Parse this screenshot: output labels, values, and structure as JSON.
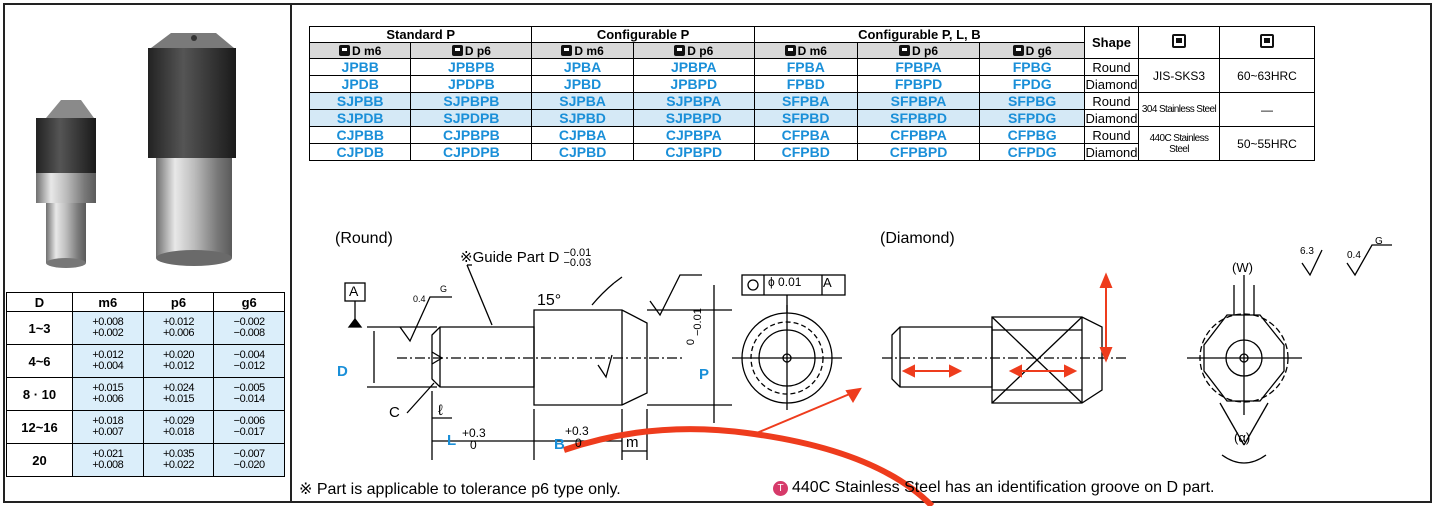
{
  "product_table": {
    "group_headers": [
      "Standard P",
      "Configurable P",
      "Configurable P, L, B",
      "Shape"
    ],
    "sub_headers": [
      "D m6",
      "D p6",
      "D m6",
      "D p6",
      "D m6",
      "D p6",
      "D g6"
    ],
    "rows": [
      {
        "codes": [
          "JPBB",
          "JPBPB",
          "JPBA",
          "JPBPA",
          "FPBA",
          "FPBPA",
          "FPBG"
        ],
        "shape": "Round"
      },
      {
        "codes": [
          "JPDB",
          "JPDPB",
          "JPBD",
          "JPBPD",
          "FPBD",
          "FPBPD",
          "FPDG"
        ],
        "shape": "Diamond"
      },
      {
        "codes": [
          "SJPBB",
          "SJPBPB",
          "SJPBA",
          "SJPBPA",
          "SFPBA",
          "SFPBPA",
          "SFPBG"
        ],
        "shape": "Round"
      },
      {
        "codes": [
          "SJPDB",
          "SJPDPB",
          "SJPBD",
          "SJPBPD",
          "SFPBD",
          "SFPBPD",
          "SFPDG"
        ],
        "shape": "Diamond"
      },
      {
        "codes": [
          "CJPBB",
          "CJPBPB",
          "CJPBA",
          "CJPBPA",
          "CFPBA",
          "CFPBPA",
          "CFPBG"
        ],
        "shape": "Round"
      },
      {
        "codes": [
          "CJPDB",
          "CJPDPB",
          "CJPBD",
          "CJPBPD",
          "CFPBD",
          "CFPBPD",
          "CFPDG"
        ],
        "shape": "Diamond"
      }
    ],
    "materials": [
      "JIS-SKS3",
      "304 Stainless Steel",
      "440C Stainless Steel"
    ],
    "hardness": [
      "60~63HRC",
      "—",
      "50~55HRC"
    ]
  },
  "tolerance_table": {
    "headers": [
      "D",
      "m6",
      "p6",
      "g6"
    ],
    "rows": [
      {
        "d": "1~3",
        "m6": [
          "+0.008",
          "+0.002"
        ],
        "p6": [
          "+0.012",
          "+0.006"
        ],
        "g6": [
          "−0.002",
          "−0.008"
        ]
      },
      {
        "d": "4~6",
        "m6": [
          "+0.012",
          "+0.004"
        ],
        "p6": [
          "+0.020",
          "+0.012"
        ],
        "g6": [
          "−0.004",
          "−0.012"
        ]
      },
      {
        "d": "8 · 10",
        "m6": [
          "+0.015",
          "+0.006"
        ],
        "p6": [
          "+0.024",
          "+0.015"
        ],
        "g6": [
          "−0.005",
          "−0.014"
        ]
      },
      {
        "d": "12~16",
        "m6": [
          "+0.018",
          "+0.007"
        ],
        "p6": [
          "+0.029",
          "+0.018"
        ],
        "g6": [
          "−0.006",
          "−0.017"
        ]
      },
      {
        "d": "20",
        "m6": [
          "+0.021",
          "+0.008"
        ],
        "p6": [
          "+0.035",
          "+0.022"
        ],
        "g6": [
          "−0.007",
          "−0.020"
        ]
      }
    ]
  },
  "drawing": {
    "round_label": "(Round)",
    "diamond_label": "(Diamond)",
    "guide_part": "※Guide Part D",
    "guide_tol_top": "−0.01",
    "guide_tol_bottom": "−0.03",
    "angle": "15°",
    "datum": "A",
    "concentricity": "ϕ 0.01",
    "dim_D": "D",
    "dim_P": "P",
    "p_tol_top": "0",
    "p_tol_bottom": "−0.01",
    "dim_C": "C",
    "dim_l": "ℓ",
    "dim_L": "L",
    "l_tol": "+0.3",
    "l_tol_zero": "0",
    "b_tol": "+0.3",
    "b_tol_zero": "0",
    "dim_B": "B",
    "dim_m": "m",
    "dim_W": "(W)",
    "dim_alpha": "(α)",
    "rough_04": "0.4",
    "rough_G": "G",
    "rough_63": "6.3",
    "rough_04b": "0.4",
    "rough_Gb": "G"
  },
  "notes": {
    "left": "※ Part is applicable to tolerance p6 type only.",
    "right_icon": "T",
    "right": "440C Stainless Steel has an identification groove on D part."
  },
  "colors": {
    "code_blue": "#1a8fd8",
    "row_shade": "#d5e9f6",
    "tol_shade": "#dbeefa",
    "annotation_red": "#ee3c1d"
  }
}
